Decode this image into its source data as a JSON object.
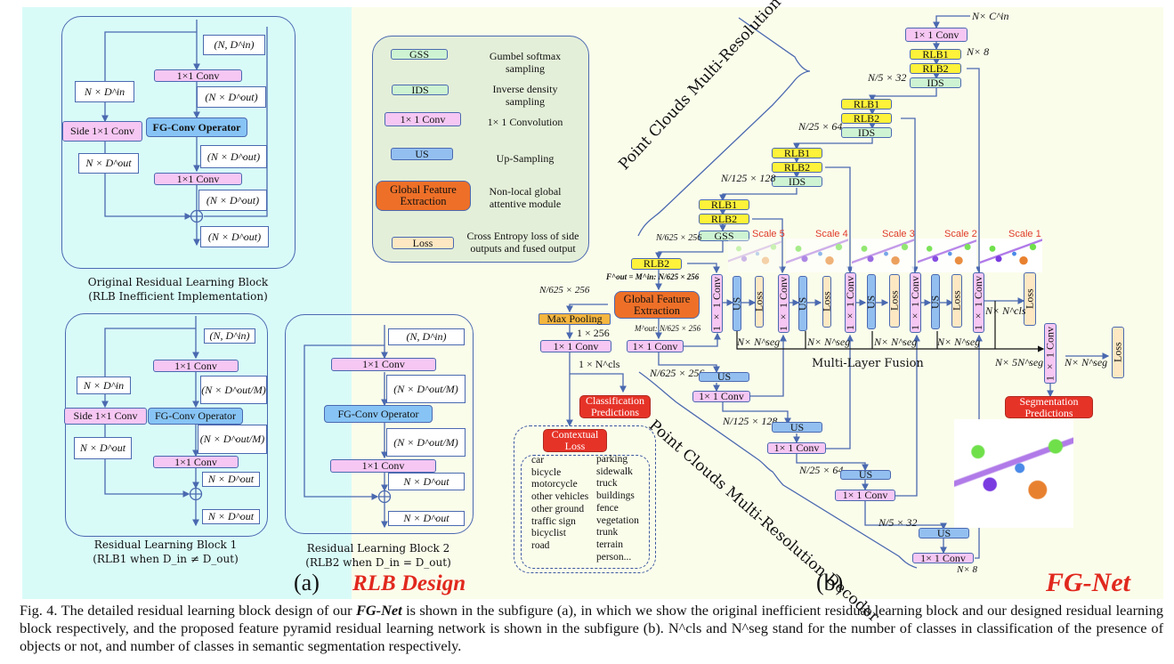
{
  "panel_a": {
    "original_block": {
      "input": "(N, D^in)",
      "conv1": "1×1 Conv",
      "after_conv1": "(N × D^out)",
      "operator": "FG-Conv Operator",
      "after_operator": "(N × D^out)",
      "conv2": "1×1 Conv",
      "after_conv2": "(N × D^out)",
      "output": "(N × D^out)",
      "side_in": "N × D^in",
      "side_conv": "Side 1×1 Conv",
      "side_out": "N × D^out",
      "title_line1": "Original Residual Learning Block",
      "title_line2": "(RLB Inefficient Implementation)"
    },
    "rlb1": {
      "input": "(N, D^in)",
      "conv1": "1×1 Conv",
      "after_conv1": "(N × D^out/M)",
      "operator": "FG-Conv Operator",
      "after_operator": "(N × D^out/M)",
      "conv2": "1×1 Conv",
      "after_conv2": "N × D^out",
      "output": "N × D^out",
      "side_in": "N × D^in",
      "side_conv": "Side 1×1 Conv",
      "side_out": "N × D^out",
      "title_line1": "Residual Learning Block 1",
      "title_line2": "(RLB1 when D_in ≠ D_out)"
    },
    "rlb2": {
      "input": "(N, D^in)",
      "conv1": "1×1 Conv",
      "after_conv1": "(N × D^out/M)",
      "operator": "FG-Conv Operator",
      "after_operator": "(N × D^out/M)",
      "conv2": "1×1 Conv",
      "after_conv2": "N × D^out",
      "output": "N × D^out",
      "title_line1": "Residual Learning Block 2",
      "title_line2": "(RLB2 when D_in = D_out)"
    },
    "sub_label": "(a)",
    "sub_title": "RLB Design"
  },
  "legend": {
    "items": [
      {
        "box": "GSS",
        "desc": "Gumbel softmax sampling"
      },
      {
        "box": "IDS",
        "desc": "Inverse density sampling"
      },
      {
        "box": "1× 1 Conv",
        "desc": "1× 1 Convolution"
      },
      {
        "box": "US",
        "desc": "Up-Sampling"
      },
      {
        "box": "Global Feature Extraction",
        "desc": "Non-local global attentive module"
      },
      {
        "box": "Loss",
        "desc": "Cross Entropy loss of side outputs and fused output"
      }
    ]
  },
  "panel_b": {
    "input_label": "N× C^in",
    "input_conv": "1× 1 Conv",
    "encoder_label": "Point Clouds Multi-Resolution Encoder",
    "decoder_label": "Point Clouds Multi-Resolution Decoder",
    "encoder_levels": [
      {
        "dim": "N× 8",
        "blocks": [
          "RLB1",
          "RLB2"
        ],
        "sampler": "IDS",
        "out_dim": "N/5 × 32"
      },
      {
        "blocks": [
          "RLB1",
          "RLB2"
        ],
        "sampler": "IDS",
        "out_dim": "N/25 × 64"
      },
      {
        "blocks": [
          "RLB1",
          "RLB2"
        ],
        "sampler": "IDS",
        "out_dim": "N/125 × 128"
      },
      {
        "blocks": [
          "RLB1",
          "RLB2"
        ],
        "sampler": "GSS",
        "out_dim": "N/625 × 256"
      }
    ],
    "bottleneck": {
      "rlb": "RLB2",
      "f_out": "F^out = M^in: N/625 × 256",
      "gfe": "Global Feature Extraction",
      "m_out": "M^out: N/625 × 256",
      "conv": "1× 1 Conv",
      "left_dim": "N/625 × 256"
    },
    "classification_branch": {
      "max_pooling": "Max Pooling",
      "pool_dim": "1 × 256",
      "conv": "1× 1 Conv",
      "out_dim": "1 × N^cls",
      "predictions": "Classification Predictions",
      "contextual_loss": "Contextual Loss",
      "classes_col1": [
        "car",
        "bicycle",
        "motorcycle",
        "other vehicles",
        "other ground",
        "traffic sign",
        "bicyclist",
        "road"
      ],
      "classes_col2": [
        "parking",
        "sidewalk",
        "truck",
        "buildings",
        "fence",
        "vegetation",
        "trunk",
        "terrain",
        "person..."
      ]
    },
    "scales": [
      "Scale 5",
      "Scale 4",
      "Scale 3",
      "Scale 2",
      "Scale 1"
    ],
    "side_conv": "1 × 1 Conv",
    "side_us": "US",
    "side_loss": "Loss",
    "seg_dim": "N× N^seg",
    "cls_dim": "N× N^cls",
    "fusion_label": "Multi-Layer Fusion",
    "fused_dim": "N× 5N^seg",
    "final_conv": "1 × 1 Conv",
    "final_dim": "N× N^seg",
    "final_loss": "Loss",
    "seg_predictions": "Segmentation Predictions",
    "decoder_levels": [
      {
        "in_dim": "N/625 × 256",
        "us": "US",
        "conv": "1× 1 Conv"
      },
      {
        "in_dim": "N/125 × 128",
        "us": "US",
        "conv": "1× 1 Conv"
      },
      {
        "in_dim": "N/25 × 64",
        "us": "US",
        "conv": "1× 1 Conv"
      },
      {
        "in_dim": "N/5 × 32",
        "us": "US",
        "conv": "1× 1 Conv"
      }
    ],
    "decoder_out_dim": "N× 8",
    "sub_label": "(b)",
    "sub_title": "FG-Net"
  },
  "caption": {
    "prefix": "Fig. 4.  The detailed residual learning block design of our ",
    "emph": "FG-Net",
    "rest": " is shown in the subfigure (a), in which we show the original inefficient residual learning block and our designed residual learning block respectively, and the proposed feature pyramid residual learning network is shown in the subfigure (b). N^cls and N^seg stand for the number of classes in classification of the presence of objects or not, and number of classes in semantic segmentation respectively."
  },
  "colors": {
    "panel_a_bg": "#d9fbf8",
    "panel_b_bg": "#fbfdeb",
    "legend_bg": "#e4efd9",
    "conv_pink": "#f6c7f3",
    "operator_blue": "#87c4f5",
    "rlb_yellow": "#fff23a",
    "sampler_green": "#cdf3d3",
    "gfe_orange": "#ee7028",
    "loss_beige": "#fde8c3",
    "prediction_red": "#e63328",
    "line_blue": "#4a69b0",
    "accent_red": "#e1281e"
  }
}
